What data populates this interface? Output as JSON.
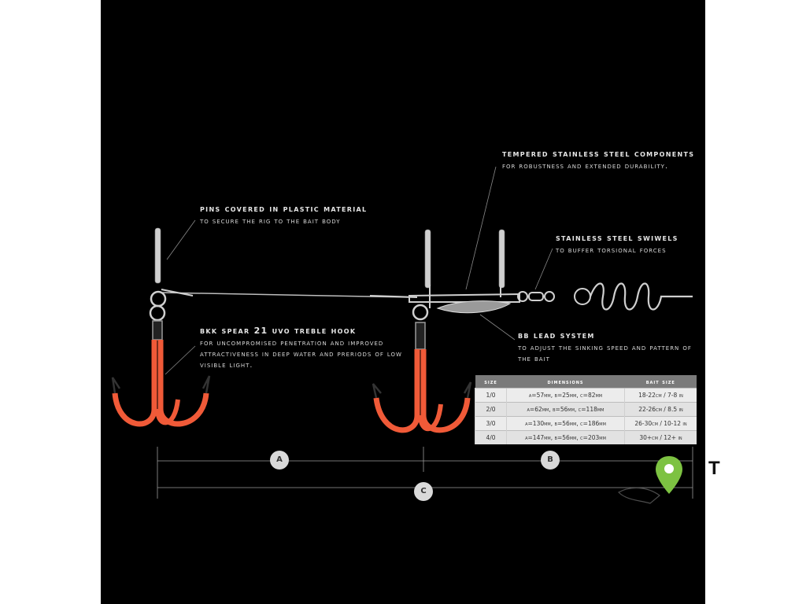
{
  "labels": {
    "pins": {
      "heading": "PINS COVERED IN PLASTIC MATERIAL",
      "sub": "TO SECURE THE RIG TO THE BAIT BODY"
    },
    "components": {
      "heading": "TEMPERED STAINLESS STEEL COMPONENTS",
      "sub": "FOR ROBUSTNESS AND EXTENDED DURABILITY."
    },
    "swivels": {
      "heading": "STAINLESS STEEL SWIWELS",
      "sub": "TO BUFFER TORSIONAL FORCES"
    },
    "hook": {
      "heading": "BKK SPEAR 21 UVO TREBLE HOOK",
      "sub": "FOR UNCOMPROMISED PENETRATION AND IMPROVED ATTRACTIVENESS IN DEEP WATER AND PRERIODS OF LOW VISIBLE LIGHT."
    },
    "lead": {
      "heading": "BB LEAD SYSTEM",
      "sub": "TO ADJUST THE SINKING SPEED AND PATTERN OF THE BAIT"
    }
  },
  "table": {
    "headers": [
      "SIZE",
      "DIMENSIONS",
      "BAIT SIZE"
    ],
    "rows": [
      [
        "1/0",
        "A=57MM, B=25MM, C=82MM",
        "18-22CM / 7-8 IN"
      ],
      [
        "2/0",
        "A=62MM, B=56MM, C=118MM",
        "22-26CM / 8.5 IN"
      ],
      [
        "3/0",
        "A=130MM, B=56MM, C=186MM",
        "26-30CM / 10-12 IN"
      ],
      [
        "4/0",
        "A=147MM, B=56MM, C=203MM",
        "30+CM / 12+ IN"
      ]
    ]
  },
  "dimensions": {
    "a": "A",
    "b": "B",
    "c": "C"
  },
  "logo": {
    "letter": "T"
  },
  "colors": {
    "background": "#000000",
    "hook_coating": "#f05a38",
    "steel": "#c8c8c8",
    "pin": "#7dc242"
  }
}
